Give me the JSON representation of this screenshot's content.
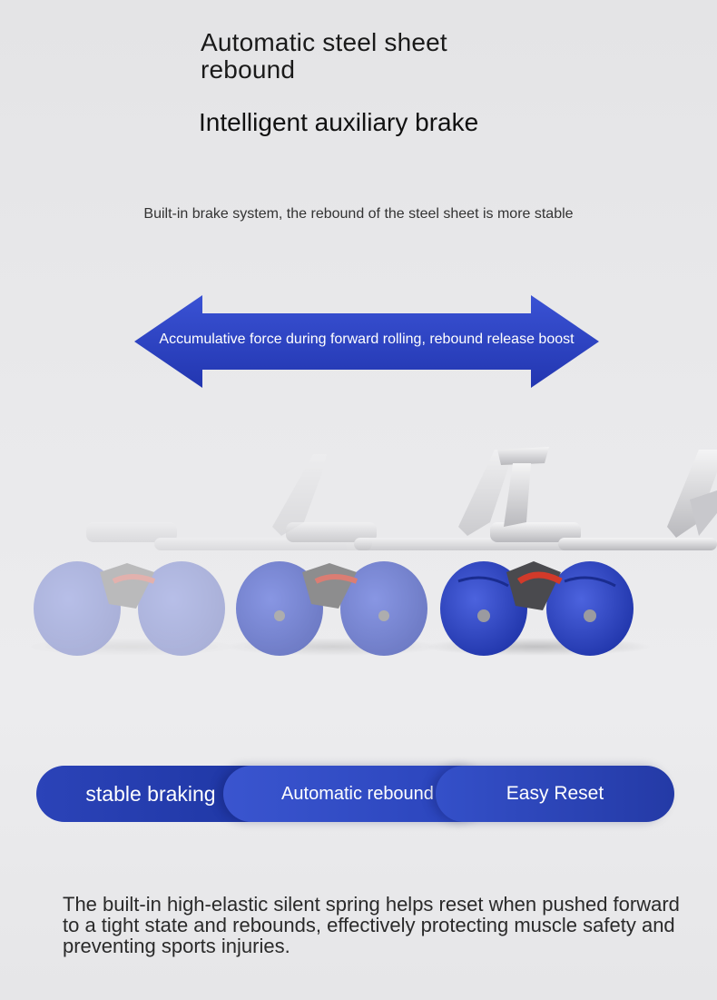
{
  "heading": {
    "line1": "Automatic steel sheet",
    "line2": "rebound"
  },
  "subheading": "Intelligent auxiliary brake",
  "caption": "Built-in brake system, the rebound of the steel sheet is more stable",
  "arrow": {
    "label": "Accumulative force during forward rolling, rebound release boost",
    "color": "#2a3fc4"
  },
  "product": {
    "name": "ab-roller-wheel",
    "wheel_color": "#2f45c8",
    "spring_color": "#d23a2a"
  },
  "features": [
    {
      "label": "stable braking"
    },
    {
      "label": "Automatic rebound"
    },
    {
      "label": "Easy Reset"
    }
  ],
  "description": "The built-in high-elastic silent spring helps reset when pushed forward to a tight state and rebounds, effectively protecting muscle safety and preventing sports injuries."
}
